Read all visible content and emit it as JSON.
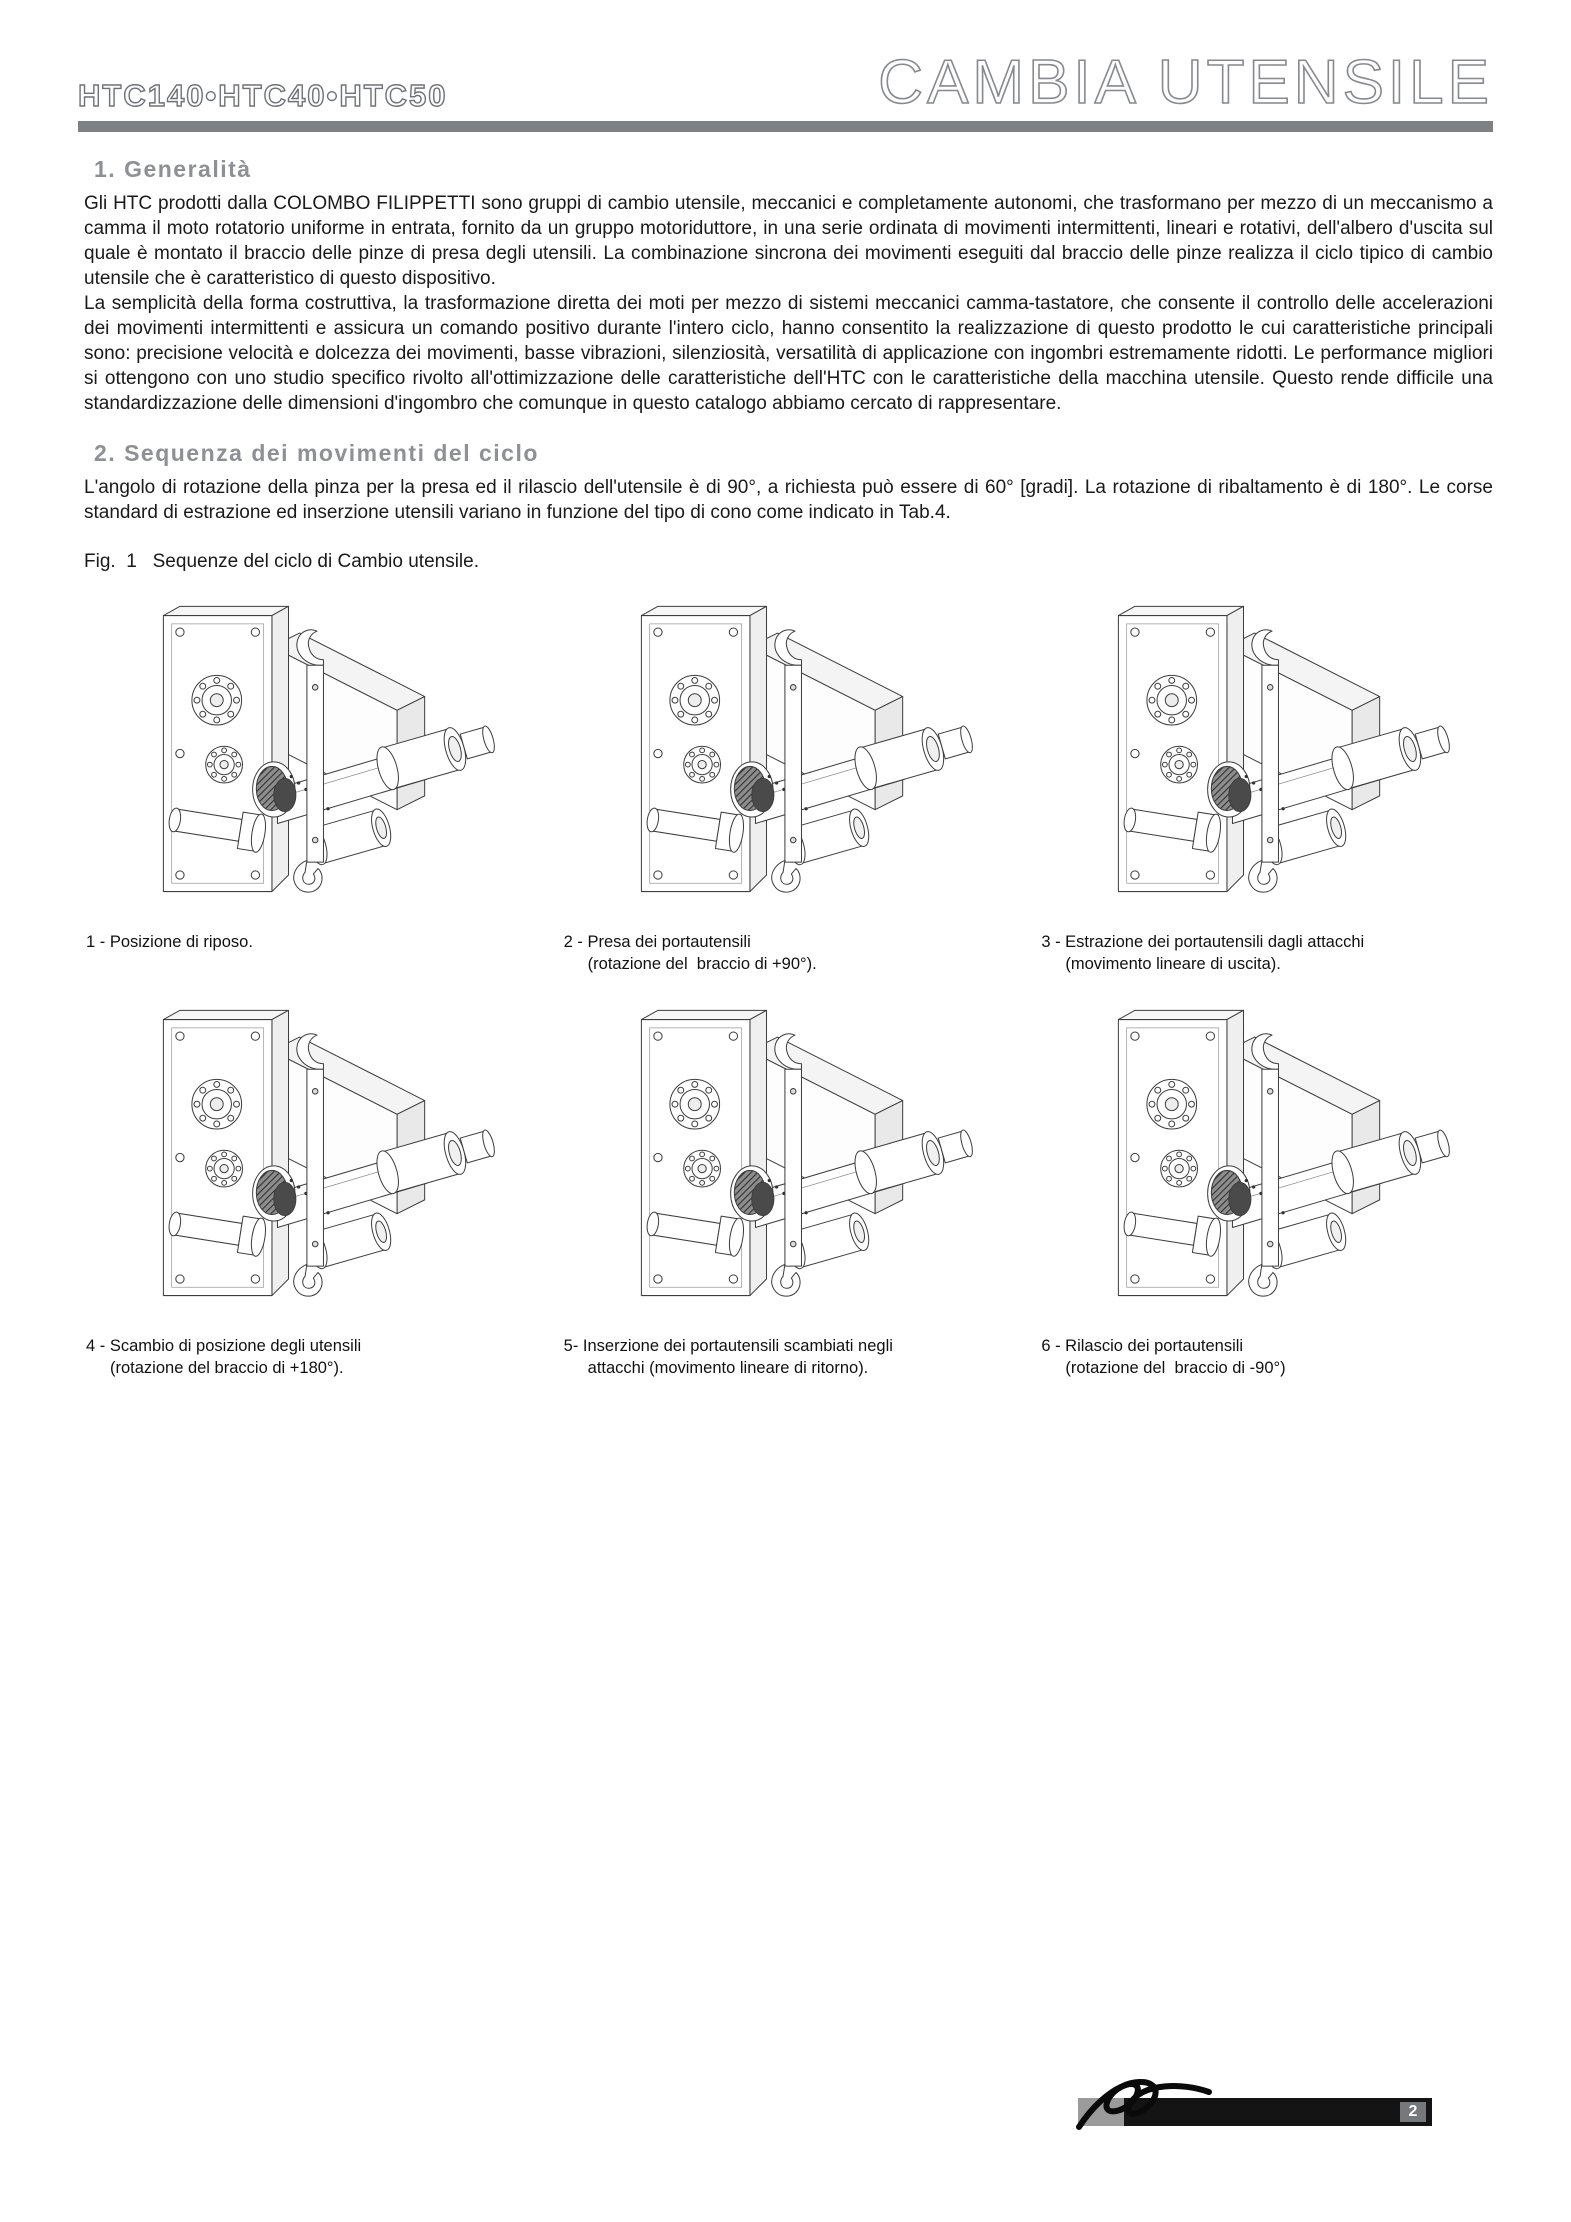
{
  "header": {
    "models": "HTC140•HTC40•HTC50",
    "title": "CAMBIA UTENSILE"
  },
  "sections": {
    "generalita": {
      "heading": "1. Generalità",
      "p1": "Gli HTC prodotti dalla COLOMBO FILIPPETTI sono gruppi di cambio utensile, meccanici e completamente autonomi, che trasformano per mezzo di un meccanismo a camma il moto rotatorio uniforme in entrata, fornito da un gruppo motoriduttore, in una serie ordinata di movimenti intermittenti, lineari e rotativi, dell'albero d'uscita sul quale è montato il braccio delle pinze di presa degli utensili. La combinazione sincrona dei movimenti eseguiti dal braccio delle pinze realizza il ciclo tipico di cambio utensile che è caratteristico di questo dispositivo.",
      "p2": "La semplicità della forma costruttiva, la trasformazione diretta dei moti per mezzo di sistemi meccanici camma-tastatore, che consente il controllo delle accelerazioni dei movimenti intermittenti e assicura un comando positivo durante l'intero ciclo, hanno consentito la realizzazione di questo prodotto le cui caratteristiche principali sono: precisione velocità e dolcezza dei movimenti, basse vibrazioni, silenziosità, versatilità di applicazione con ingombri estremamente ridotti. Le performance migliori si ottengono con uno studio specifico rivolto all'ottimizzazione delle caratteristiche dell'HTC con le caratteristiche della macchina utensile. Questo rende difficile una standardizzazione delle dimensioni d'ingombro che comunque in questo catalogo abbiamo cercato di rappresentare."
    },
    "sequenza": {
      "heading": "2. Sequenza dei movimenti del ciclo",
      "p1": "L'angolo di rotazione della pinza per la presa ed il rilascio dell'utensile è di 90°, a richiesta può essere di  60° [gradi]. La rotazione di ribaltamento è di 180°. Le corse standard di estrazione ed inserzione utensili variano in funzione del tipo di cono come indicato in Tab.4."
    }
  },
  "figure": {
    "caption": "Fig.  1   Sequenze del ciclo di Cambio utensile.",
    "steps": [
      {
        "line1": "1 - Posizione di riposo.",
        "line2": ""
      },
      {
        "line1": "2 - Presa dei portautensili",
        "line2": "(rotazione del  braccio di +90°)."
      },
      {
        "line1": "3 - Estrazione dei portautensili dagli attacchi",
        "line2": "(movimento lineare di uscita)."
      },
      {
        "line1": "4 - Scambio di posizione degli utensili",
        "line2": "(rotazione del braccio di +180°)."
      },
      {
        "line1": "5- Inserzione dei portautensili scambiati negli",
        "line2": "attacchi (movimento lineare di ritorno)."
      },
      {
        "line1": "6 - Rilascio dei portautensili",
        "line2": "(rotazione del  braccio di -90°)"
      }
    ]
  },
  "footer": {
    "page": "2"
  }
}
